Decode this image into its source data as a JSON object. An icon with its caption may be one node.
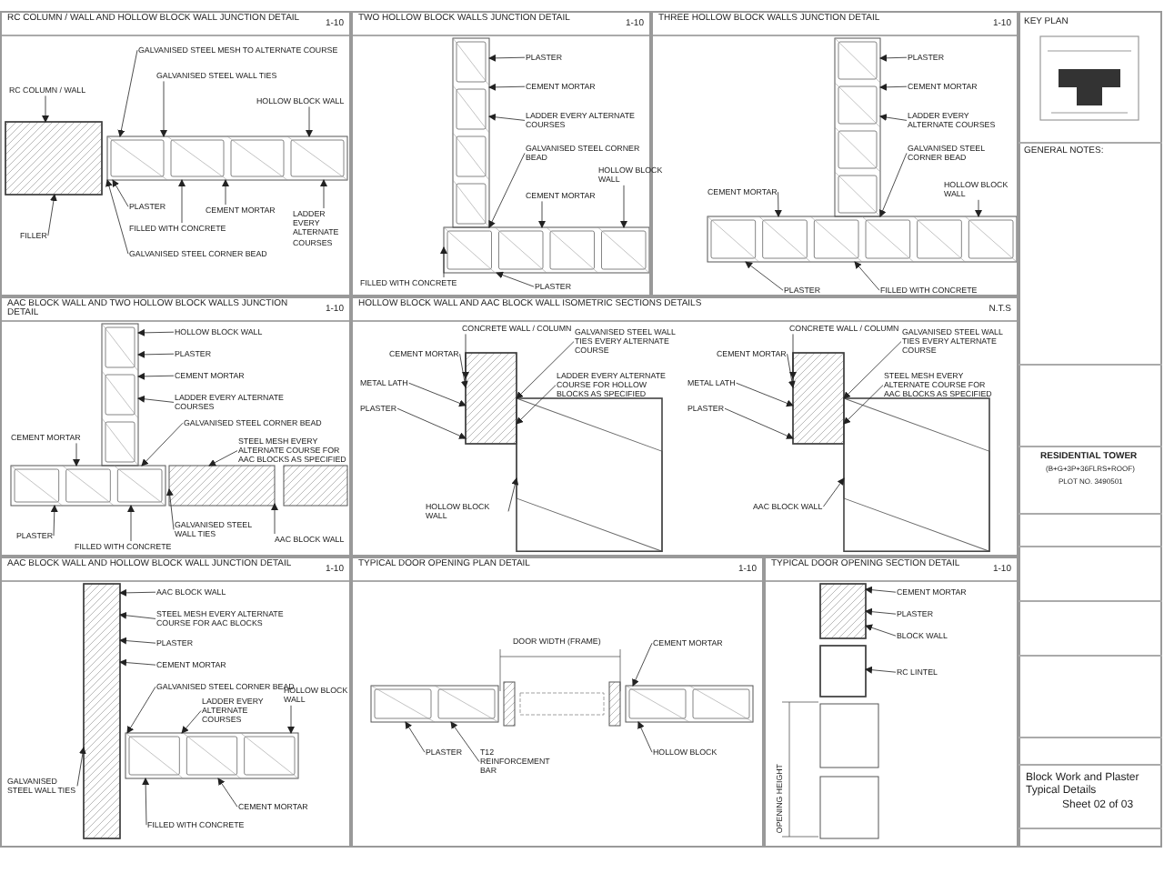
{
  "diagram": {
    "nodes": [
      {
        "text": [
          "RC COLUMN / WALL AND HOLLOW BLOCK WALL JUNCTION DETAIL",
          "1-10"
        ]
      },
      {
        "text": [
          "GALVANISED STEEL MESH TO ALTERNATE COURSE"
        ],
        "in": 0
      },
      {
        "text": [
          "GALVANISED STEEL WALL TIES"
        ],
        "in": 0
      },
      {
        "text": [
          "HOLLOW BLOCK WALL"
        ],
        "in": 0
      },
      {
        "text": [
          "RC COLUMN / WALL"
        ],
        "in": 0
      },
      {
        "text": [
          "PLASTER"
        ],
        "in": 0
      },
      {
        "text": [
          "CEMENT MORTAR"
        ],
        "in": 0
      },
      {
        "text": [
          "LADDER EVERY ALTERNATE COURSES"
        ],
        "in": 0
      },
      {
        "text": [
          "FILLED WITH CONCRETE"
        ],
        "in": 0
      },
      {
        "text": [
          "FILLER"
        ],
        "in": 0
      },
      {
        "text": [
          "GALVANISED STEEL CORNER BEAD"
        ],
        "in": 0
      },
      {
        "text": [
          "TWO HOLLOW BLOCK WALLS JUNCTION DETAIL",
          "1-10"
        ]
      },
      {
        "text": [
          "PLASTER"
        ],
        "in": 11
      },
      {
        "text": [
          "CEMENT MORTAR"
        ],
        "in": 11
      },
      {
        "text": [
          "LADDER EVERY ALTERNATE COURSES"
        ],
        "in": 11
      },
      {
        "text": [
          "GALVANISED STEEL CORNER BEAD"
        ],
        "in": 11
      },
      {
        "text": [
          "HOLLOW BLOCK WALL"
        ],
        "in": 11
      },
      {
        "text": [
          "CEMENT MORTAR"
        ],
        "in": 11
      },
      {
        "text": [
          "PLASTER"
        ],
        "in": 11
      },
      {
        "text": [
          "FILLED WITH CONCRETE"
        ],
        "in": 11
      },
      {
        "text": [
          "THREE HOLLOW BLOCK WALLS JUNCTION DETAIL",
          "1-10"
        ]
      },
      {
        "text": [
          "PLASTER"
        ],
        "in": 20
      },
      {
        "text": [
          "CEMENT MORTAR"
        ],
        "in": 20
      },
      {
        "text": [
          "LADDER EVERY ALTERNATE COURSES"
        ],
        "in": 20
      },
      {
        "text": [
          "GALVANISED STEEL CORNER BEAD"
        ],
        "in": 20
      },
      {
        "text": [
          "CEMENT MORTAR"
        ],
        "in": 20
      },
      {
        "text": [
          "HOLLOW BLOCK WALL"
        ],
        "in": 20
      },
      {
        "text": [
          "PLASTER"
        ],
        "in": 20
      },
      {
        "text": [
          "FILLED WITH CONCRETE"
        ],
        "in": 20
      },
      {
        "text": [
          "AAC BLOCK WALL AND TWO HOLLOW BLOCK WALLS JUNCTION DETAIL",
          "1-10"
        ]
      },
      {
        "text": [
          "HOLLOW BLOCK WALL"
        ],
        "in": 29
      },
      {
        "text": [
          "PLASTER"
        ],
        "in": 29
      },
      {
        "text": [
          "CEMENT MORTAR"
        ],
        "in": 29
      },
      {
        "text": [
          "LADDER EVERY ALTERNATE COURSES"
        ],
        "in": 29
      },
      {
        "text": [
          "GALVANISED STEEL CORNER BEAD"
        ],
        "in": 29
      },
      {
        "text": [
          "CEMENT MORTAR"
        ],
        "in": 29
      },
      {
        "text": [
          "STEEL MESH EVERY ALTERNATE COURSE FOR AAC BLOCKS AS SPECIFIED"
        ],
        "in": 29
      },
      {
        "text": [
          "AAC BLOCK WALL"
        ],
        "in": 29
      },
      {
        "text": [
          "GALVANISED STEEL WALL TIES"
        ],
        "in": 29
      },
      {
        "text": [
          "PLASTER"
        ],
        "in": 29
      },
      {
        "text": [
          "FILLED WITH CONCRETE"
        ],
        "in": 29
      },
      {
        "text": [
          "HOLLOW BLOCK WALL AND AAC BLOCK WALL ISOMETRIC SECTIONS DETAILS",
          "N.T.S"
        ]
      },
      {
        "text": [
          "CONCRETE WALL / COLUMN"
        ],
        "in": 41
      },
      {
        "text": [
          "CEMENT MORTAR"
        ],
        "in": 41
      },
      {
        "text": [
          "GALVANISED STEEL WALL TIES EVERY ALTERNATE COURSE"
        ],
        "in": 41
      },
      {
        "text": [
          "METAL LATH"
        ],
        "in": 41
      },
      {
        "text": [
          "LADDER EVERY ALTERNATE COURSE FOR HOLLOW BLOCKS AS SPECIFIED"
        ],
        "in": 41
      },
      {
        "text": [
          "PLASTER"
        ],
        "in": 41
      },
      {
        "text": [
          "HOLLOW BLOCK WALL"
        ],
        "in": 41
      },
      {
        "text": [
          "CONCRETE WALL / COLUMN"
        ],
        "in": 41
      },
      {
        "text": [
          "CEMENT MORTAR"
        ],
        "in": 41
      },
      {
        "text": [
          "GALVANISED STEEL WALL TIES EVERY ALTERNATE COURSE"
        ],
        "in": 41
      },
      {
        "text": [
          "METAL LATH"
        ],
        "in": 41
      },
      {
        "text": [
          "STEEL MESH EVERY ALTERNATE COURSE FOR AAC BLOCKS AS SPECIFIED"
        ],
        "in": 41
      },
      {
        "text": [
          "PLASTER"
        ],
        "in": 41
      },
      {
        "text": [
          "AAC BLOCK WALL"
        ],
        "in": 41
      },
      {
        "text": [
          "AAC BLOCK WALL AND HOLLOW BLOCK WALL JUNCTION DETAIL",
          "1-10"
        ]
      },
      {
        "text": [
          "AAC BLOCK WALL"
        ],
        "in": 56
      },
      {
        "text": [
          "STEEL MESH EVERY ALTERNATE COURSE FOR AAC BLOCKS"
        ],
        "in": 56
      },
      {
        "text": [
          "PLASTER"
        ],
        "in": 56
      },
      {
        "text": [
          "CEMENT MORTAR"
        ],
        "in": 56
      },
      {
        "text": [
          "GALVANISED STEEL CORNER BEAD"
        ],
        "in": 56
      },
      {
        "text": [
          "LADDER EVERY ALTERNATE COURSES"
        ],
        "in": 56
      },
      {
        "text": [
          "HOLLOW BLOCK WALL"
        ],
        "in": 56
      },
      {
        "text": [
          "GALVANISED STEEL WALL TIES"
        ],
        "in": 56
      },
      {
        "text": [
          "CEMENT MORTAR"
        ],
        "in": 56
      },
      {
        "text": [
          "FILLED WITH CONCRETE"
        ],
        "in": 56
      },
      {
        "text": [
          "TYPICAL DOOR OPENING PLAN DETAIL",
          "1-10"
        ]
      },
      {
        "text": [
          "CEMENT MORTAR"
        ],
        "in": 67
      },
      {
        "text": [
          "PLASTER"
        ],
        "in": 67
      },
      {
        "text": [
          "T12 REINFORCEMENT BAR"
        ],
        "in": 67
      },
      {
        "text": [
          "HOLLOW BLOCK"
        ],
        "in": 67
      },
      {
        "text": [
          "TYPICAL DOOR OPENING SECTION DETAIL",
          "1-10"
        ]
      },
      {
        "text": [
          "CEMENT MORTAR"
        ],
        "in": 72
      },
      {
        "text": [
          "PLASTER"
        ],
        "in": 72
      },
      {
        "text": [
          "BLOCK WALL"
        ],
        "in": 72
      },
      {
        "text": [
          "RC LINTEL"
        ],
        "in": 72
      },
      {
        "text": [],
        "shape": "box",
        "in": 0
      },
      {
        "text": [],
        "shape": "picture",
        "in": 0
      },
      {
        "text": [],
        "shape": "picture",
        "in": 11
      },
      {
        "text": [],
        "shape": "picture",
        "in": 11
      },
      {
        "text": [],
        "shape": "picture",
        "in": 20
      },
      {
        "text": [],
        "shape": "picture",
        "in": 20
      },
      {
        "text": [],
        "shape": "picture",
        "in": 29
      },
      {
        "text": [],
        "shape": "picture",
        "in": 29
      },
      {
        "text": [],
        "shape": "picture",
        "in": 29
      },
      {
        "text": [],
        "shape": "box",
        "in": 41
      },
      {
        "text": [],
        "shape": "box",
        "in": 41
      },
      {
        "text": [],
        "shape": "box",
        "in": 41
      },
      {
        "text": [],
        "shape": "box",
        "in": 41
      },
      {
        "text": [],
        "shape": "box",
        "in": 56
      },
      {
        "text": [],
        "shape": "picture",
        "in": 56
      },
      {
        "text": [],
        "shape": "picture",
        "in": 67
      },
      {
        "text": [],
        "shape": "picture",
        "in": 67
      },
      {
        "text": [],
        "shape": "box",
        "in": 72
      },
      {
        "text": [],
        "shape": "box",
        "in": 72
      }
    ],
    "edges": [
      {
        "from": 1,
        "to": 78,
        "arrow": "to"
      },
      {
        "from": 2,
        "to": 78,
        "arrow": "to"
      },
      {
        "from": 3,
        "to": 78,
        "arrow": "to"
      },
      {
        "from": 4,
        "to": 77,
        "arrow": "to"
      },
      {
        "from": 5,
        "to": 78,
        "arrow": "to"
      },
      {
        "from": 6,
        "to": 78,
        "arrow": "to"
      },
      {
        "from": 7,
        "to": 78,
        "arrow": "to"
      },
      {
        "from": 8,
        "to": 78,
        "arrow": "to"
      },
      {
        "from": 9,
        "to": 77,
        "arrow": "to"
      },
      {
        "from": 10,
        "to": 78,
        "arrow": "to"
      },
      {
        "from": 12,
        "to": 79,
        "arrow": "to"
      },
      {
        "from": 13,
        "to": 79,
        "arrow": "to"
      },
      {
        "from": 14,
        "to": 79,
        "arrow": "to"
      },
      {
        "from": 15,
        "to": 80,
        "arrow": "to"
      },
      {
        "from": 16,
        "to": 80,
        "arrow": "to"
      },
      {
        "from": 17,
        "to": 80,
        "arrow": "to"
      },
      {
        "from": 18,
        "to": 80,
        "arrow": "to"
      },
      {
        "from": 19,
        "to": 80,
        "arrow": "to"
      },
      {
        "from": 21,
        "to": 81,
        "arrow": "to"
      },
      {
        "from": 22,
        "to": 81,
        "arrow": "to"
      },
      {
        "from": 23,
        "to": 81,
        "arrow": "to"
      },
      {
        "from": 24,
        "to": 82,
        "arrow": "to"
      },
      {
        "from": 25,
        "to": 82,
        "arrow": "to"
      },
      {
        "from": 26,
        "to": 82,
        "arrow": "to"
      },
      {
        "from": 27,
        "to": 82,
        "arrow": "to"
      },
      {
        "from": 28,
        "to": 82,
        "arrow": "to"
      },
      {
        "from": 30,
        "to": 83,
        "arrow": "to"
      },
      {
        "from": 31,
        "to": 83,
        "arrow": "to"
      },
      {
        "from": 32,
        "to": 83,
        "arrow": "to"
      },
      {
        "from": 33,
        "to": 83,
        "arrow": "to"
      },
      {
        "from": 34,
        "to": 84,
        "arrow": "to"
      },
      {
        "from": 35,
        "to": 84,
        "arrow": "to"
      },
      {
        "from": 36,
        "to": 85,
        "arrow": "to"
      },
      {
        "from": 37,
        "to": 85,
        "arrow": "to"
      },
      {
        "from": 38,
        "to": 85,
        "arrow": "to"
      },
      {
        "from": 39,
        "to": 84,
        "arrow": "to"
      },
      {
        "from": 40,
        "to": 84,
        "arrow": "to"
      },
      {
        "from": 42,
        "to": 86,
        "arrow": "to"
      },
      {
        "from": 43,
        "to": 86,
        "arrow": "to"
      },
      {
        "from": 44,
        "to": 87,
        "arrow": "to"
      },
      {
        "from": 45,
        "to": 86,
        "arrow": "to"
      },
      {
        "from": 46,
        "to": 87,
        "arrow": "to"
      },
      {
        "from": 47,
        "to": 86,
        "arrow": "to"
      },
      {
        "from": 48,
        "to": 87,
        "arrow": "to"
      },
      {
        "from": 49,
        "to": 88,
        "arrow": "to"
      },
      {
        "from": 50,
        "to": 88,
        "arrow": "to"
      },
      {
        "from": 51,
        "to": 89,
        "arrow": "to"
      },
      {
        "from": 52,
        "to": 88,
        "arrow": "to"
      },
      {
        "from": 53,
        "to": 89,
        "arrow": "to"
      },
      {
        "from": 54,
        "to": 88,
        "arrow": "to"
      },
      {
        "from": 55,
        "to": 89,
        "arrow": "to"
      },
      {
        "from": 57,
        "to": 90,
        "arrow": "to"
      },
      {
        "from": 58,
        "to": 90,
        "arrow": "to"
      },
      {
        "from": 59,
        "to": 90,
        "arrow": "to"
      },
      {
        "from": 60,
        "to": 90,
        "arrow": "to"
      },
      {
        "from": 61,
        "to": 91,
        "arrow": "to"
      },
      {
        "from": 62,
        "to": 91,
        "arrow": "to"
      },
      {
        "from": 63,
        "to": 91,
        "arrow": "to"
      },
      {
        "from": 64,
        "to": 90,
        "arrow": "to"
      },
      {
        "from": 65,
        "to": 91,
        "arrow": "to"
      },
      {
        "from": 66,
        "to": 91,
        "arrow": "to"
      },
      {
        "from": 68,
        "to": 93,
        "arrow": "to"
      },
      {
        "from": 69,
        "to": 92,
        "arrow": "to"
      },
      {
        "from": 70,
        "to": 92,
        "arrow": "to"
      },
      {
        "from": 71,
        "to": 93,
        "arrow": "to"
      },
      {
        "from": 73,
        "to": 94,
        "arrow": "to"
      },
      {
        "from": 74,
        "to": 94,
        "arrow": "to"
      },
      {
        "from": 75,
        "to": 94,
        "arrow": "to"
      },
      {
        "from": 76,
        "to": 95,
        "arrow": "to"
      }
    ],
    "labels": [
      "DOOR WIDTH (FRAME)",
      "OPENING HEIGHT",
      "KEY PLAN",
      "GENERAL NOTES:",
      "RESIDENTIAL TOWER",
      "(B+G+3P+36FLRS+ROOF)",
      "PLOT NO. 3490501",
      "Block Work and Plaster Typical Details",
      "Sheet 02 of 03"
    ]
  }
}
